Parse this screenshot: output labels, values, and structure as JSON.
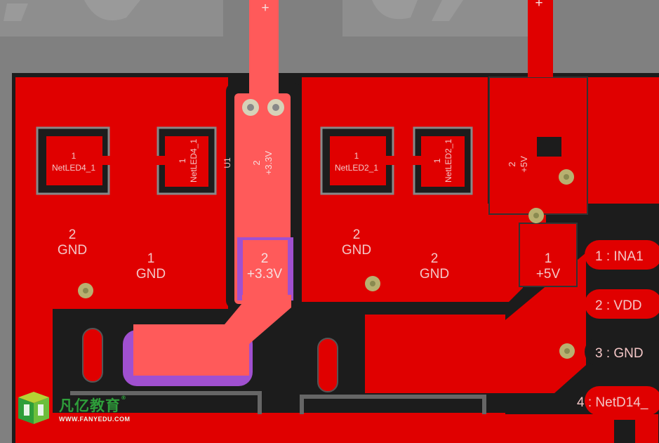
{
  "pcb": {
    "top_signs": [
      "+",
      "+"
    ],
    "left_block": {
      "led_left_pad_num": "1",
      "led_left_pad_net": "NetLED4_1",
      "led_right_pad_num": "1",
      "led_right_pad_net": "NetLED4_1",
      "gnd2_num": "2",
      "gnd2_net": "GND",
      "gnd1_num": "1",
      "gnd1_net": "GND",
      "designator": "U1"
    },
    "center_block": {
      "vert_num": "2",
      "vert_net": "+3.3V",
      "pad_num": "2",
      "pad_net": "+3.3V"
    },
    "right_block": {
      "led_left_pad_num": "1",
      "led_left_pad_net": "NetLED2_1",
      "led_right_pad_num": "1",
      "led_right_pad_net": "NetLED2_1",
      "gnd2a_num": "2",
      "gnd2a_net": "GND",
      "gnd2b_num": "2",
      "gnd2b_net": "GND"
    },
    "far_right": {
      "vert_num": "2",
      "vert_net": "+5V",
      "pad_num": "1",
      "pad_net": "+5V"
    },
    "connector_pins": [
      "1 : INA1",
      "2 : VDD",
      "3 : GND",
      "4 : NetD14_"
    ]
  },
  "logo": {
    "title": "凡亿教育",
    "trademark": "®",
    "url": "WWW.FANYEDU.COM"
  },
  "colors": {
    "background": "#808080",
    "copper": "#e00000",
    "trace": "#ff5a5a",
    "void": "#1c1c1c",
    "pad_outline": "#888888",
    "via_ring": "#c8c08a",
    "label": "#f3c6c6",
    "brand": "#2e9e3a"
  }
}
